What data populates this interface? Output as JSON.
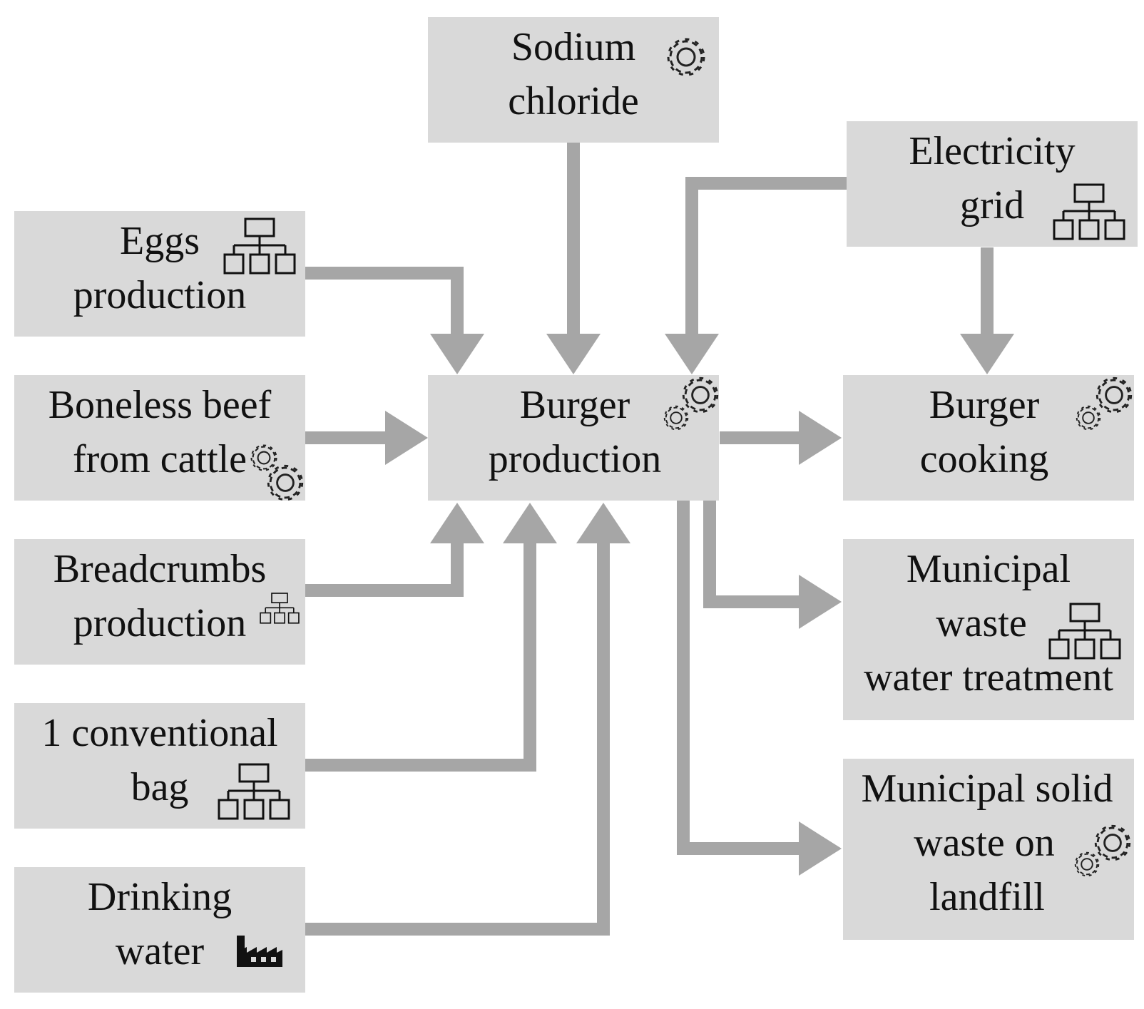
{
  "nodes": {
    "sodium": {
      "lines": [
        "Sodium",
        "chloride"
      ],
      "icon": "gear-icon"
    },
    "eggs": {
      "lines": [
        "Eggs",
        "production"
      ],
      "icon": "hierarchy-icon"
    },
    "beef": {
      "lines": [
        "Boneless beef",
        "from cattle"
      ],
      "icon": "gears-icon"
    },
    "breadcrumbs": {
      "lines": [
        "Breadcrumbs",
        "production"
      ],
      "icon": "hierarchy-icon"
    },
    "bag": {
      "lines": [
        "1 conventional",
        "bag"
      ],
      "icon": "hierarchy-icon"
    },
    "water": {
      "lines": [
        "Drinking",
        "water"
      ],
      "icon": "factory-icon"
    },
    "burger_production": {
      "lines": [
        "Burger",
        "production"
      ],
      "icon": "gears-icon"
    },
    "electricity": {
      "lines": [
        "Electricity",
        "grid"
      ],
      "icon": "hierarchy-icon"
    },
    "cooking": {
      "lines": [
        "Burger",
        "cooking"
      ],
      "icon": "gears-icon"
    },
    "wastewater": {
      "lines": [
        "Municipal",
        "waste",
        "water treatment"
      ],
      "icon": "hierarchy-icon"
    },
    "landfill": {
      "lines": [
        "Municipal solid",
        "waste on",
        "landfill"
      ],
      "icon": "gears-icon"
    }
  },
  "edges": [
    {
      "from": "sodium",
      "to": "burger_production"
    },
    {
      "from": "eggs",
      "to": "burger_production"
    },
    {
      "from": "beef",
      "to": "burger_production"
    },
    {
      "from": "breadcrumbs",
      "to": "burger_production"
    },
    {
      "from": "bag",
      "to": "burger_production"
    },
    {
      "from": "water",
      "to": "burger_production"
    },
    {
      "from": "electricity",
      "to": "burger_production"
    },
    {
      "from": "electricity",
      "to": "cooking"
    },
    {
      "from": "burger_production",
      "to": "cooking"
    },
    {
      "from": "burger_production",
      "to": "wastewater"
    },
    {
      "from": "burger_production",
      "to": "landfill"
    }
  ],
  "colors": {
    "box": "#d9d9d9",
    "arrow": "#a6a6a6",
    "text": "#111111"
  }
}
